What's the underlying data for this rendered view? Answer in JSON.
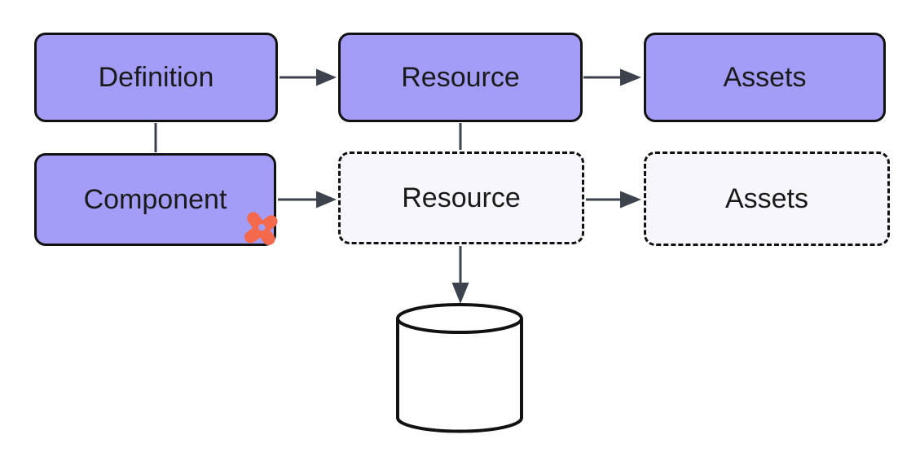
{
  "diagram": {
    "colors": {
      "node_fill_solid": "#A49DF8",
      "node_fill_dashed": "#F6F6FC",
      "node_border": "#111111",
      "connector": "#3C434C",
      "icon_accent": "#F4694C",
      "background": "#FFFFFF"
    },
    "nodes": {
      "definition": {
        "label": "Definition",
        "variant": "solid"
      },
      "resource_top": {
        "label": "Resource",
        "variant": "solid"
      },
      "assets_top": {
        "label": "Assets",
        "variant": "solid"
      },
      "component": {
        "label": "Component",
        "variant": "solid",
        "badge_icon": "pinwheel-x-icon"
      },
      "resource_planned": {
        "label": "Resource",
        "variant": "dashed"
      },
      "assets_planned": {
        "label": "Assets",
        "variant": "dashed"
      },
      "datastore": {
        "label": "",
        "shape": "cylinder"
      }
    },
    "edges": [
      {
        "from": "definition",
        "to": "resource_top",
        "type": "arrow"
      },
      {
        "from": "resource_top",
        "to": "assets_top",
        "type": "arrow"
      },
      {
        "from": "definition",
        "to": "component",
        "type": "line"
      },
      {
        "from": "resource_top",
        "to": "resource_planned",
        "type": "line"
      },
      {
        "from": "component",
        "to": "resource_planned",
        "type": "arrow"
      },
      {
        "from": "resource_planned",
        "to": "assets_planned",
        "type": "arrow"
      },
      {
        "from": "resource_planned",
        "to": "datastore",
        "type": "arrow"
      }
    ]
  }
}
